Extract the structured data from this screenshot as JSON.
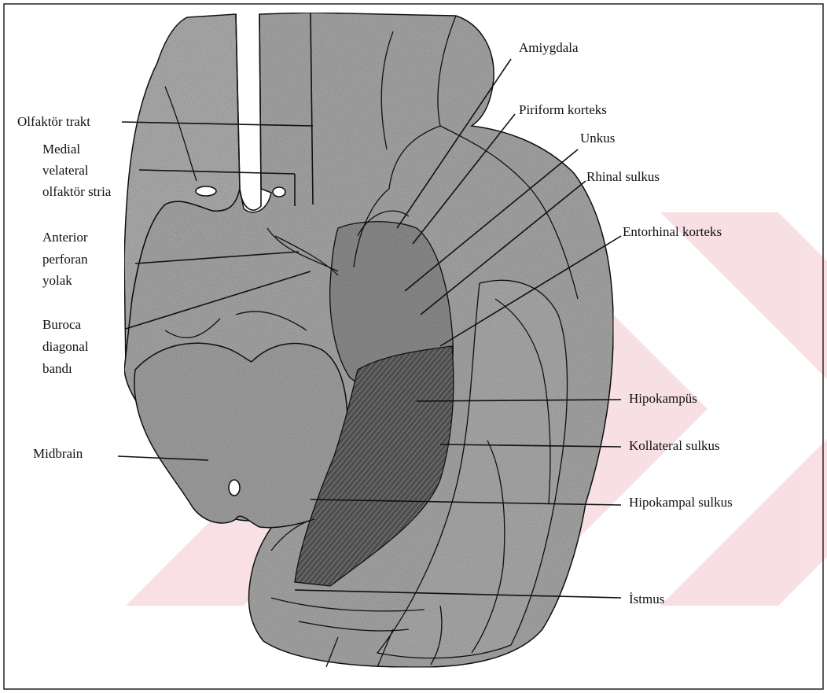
{
  "figure": {
    "labels": {
      "olfaktor_trakt": "Olfaktör trakt",
      "medial": "Medial",
      "velateral": "velateral",
      "olfaktor_stria": "olfaktör stria",
      "anterior": "Anterior",
      "perforan": "perforan",
      "yolak": "yolak",
      "buroca": "Buroca",
      "diagonal": "diagonal",
      "bandi": "bandı",
      "midbrain": "Midbrain",
      "amiygdala": "Amiygdala",
      "piriform_korteks": "Piriform korteks",
      "unkus": "Unkus",
      "rhinal_sulkus": "Rhinal sulkus",
      "entorhinal_korteks": "Entorhinal korteks",
      "hipokampus": "Hipokampüs",
      "kollateral_sulkus": "Kollateral sulkus",
      "hipokampal_sulkus": "Hipokampal sulkus",
      "istmus": "İstmus"
    },
    "colors": {
      "tissue": "#a8a8a8",
      "tissue_dark": "#7a7a7a",
      "hippocampus": "#6a6a6a",
      "watermark": "#c8102e",
      "line": "#111111"
    }
  }
}
